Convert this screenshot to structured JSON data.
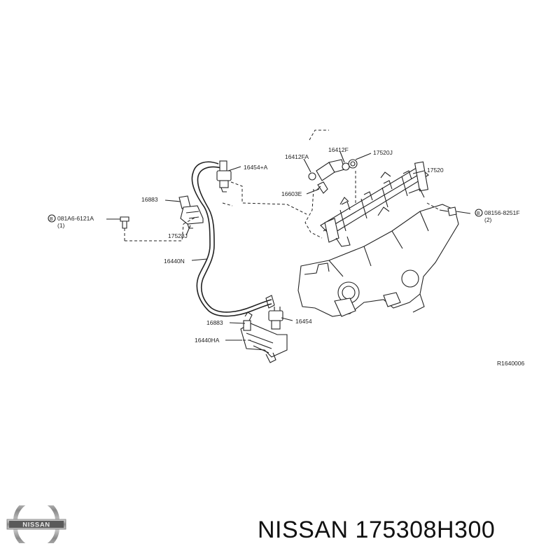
{
  "diagram": {
    "labels": {
      "part_16412FA": "16412FA",
      "part_16412F": "16412F",
      "part_17520J": "17520J",
      "part_16454A": "16454+A",
      "part_17520": "17520",
      "part_16603E": "16603E",
      "part_16883_top": "16883",
      "bolt_left": "081A6-6121A",
      "bolt_left_qty": "(1)",
      "bolt_right": "08156-8251F",
      "bolt_right_qty": "(2)",
      "part_17528J": "17528J",
      "part_16440N": "16440N",
      "part_16883_bottom": "16883",
      "part_16454": "16454",
      "part_16440HA": "16440HA",
      "ref_code": "R1640006"
    },
    "bolt_marker": "B"
  },
  "footer": {
    "logo_text": "NISSAN",
    "title": "NISSAN 175308H300"
  }
}
